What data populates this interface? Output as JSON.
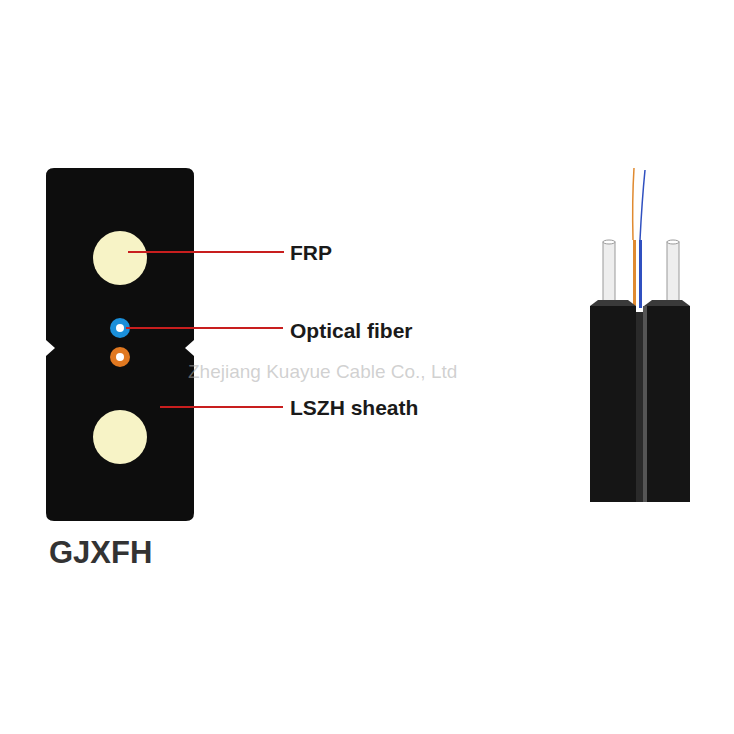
{
  "diagram": {
    "labels": [
      "FRP",
      "Optical fiber",
      "LSZH sheath",
      "GJXFH",
      "Zhejiang Kuayue Cable Co., Ltd"
    ]
  }
}
